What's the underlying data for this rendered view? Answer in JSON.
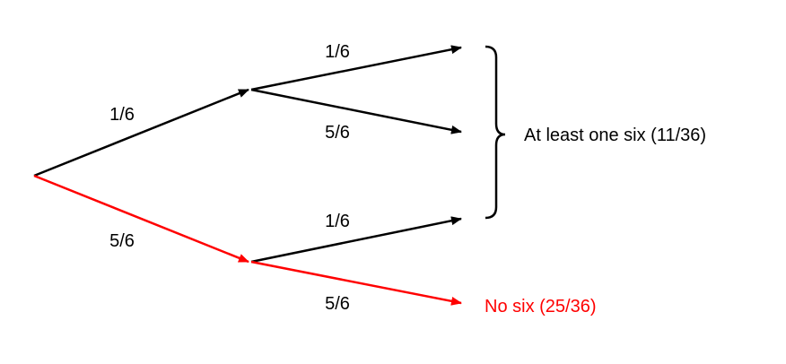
{
  "colors": {
    "default": "#000000",
    "highlight": "#ff0000"
  },
  "branches": {
    "first_six": "1/6",
    "first_not_six": "5/6",
    "upper_six": "1/6",
    "upper_not_six": "5/6",
    "lower_six": "1/6",
    "lower_not_six": "5/6"
  },
  "outcomes": {
    "at_least_one_six": "At least one six (11/36)",
    "no_six": "No six (25/36)"
  }
}
